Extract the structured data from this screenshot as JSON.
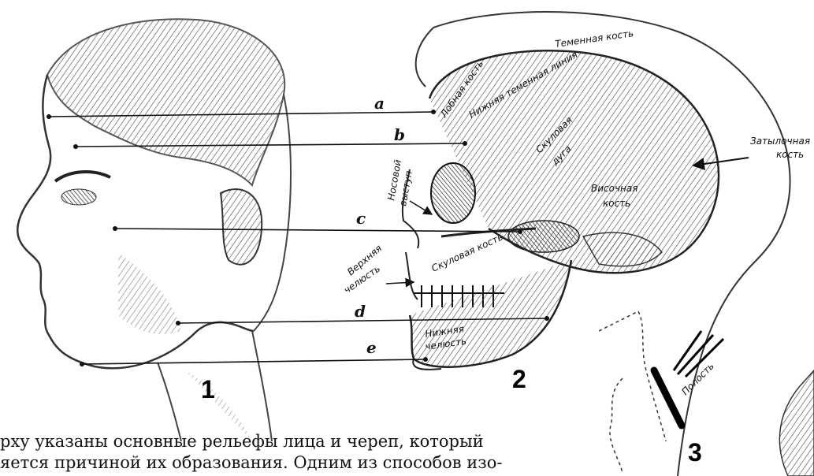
{
  "letters": {
    "a": "a",
    "b": "b",
    "c": "c",
    "d": "d",
    "e": "e"
  },
  "figures": {
    "fig1": "1",
    "fig2": "2",
    "fig3": "3"
  },
  "labels": {
    "lobnaya": "Лобная кость",
    "nizhnyaya_temennaya": "Нижняя теменная линия",
    "temennaya": "Теменная кость",
    "zatylochnaya_1": "Затылочная",
    "zatylochnaya_2": "кость",
    "nosovoy_1": "Носовой",
    "nosovoy_2": "выступ",
    "skulovaya_duga_1": "Скуловая",
    "skulovaya_duga_2": "дуга",
    "visochnaya_1": "Височная",
    "visochnaya_2": "кость",
    "skulovaya_kost": "Скуловая кость",
    "verkhnyaya_1": "Верхняя",
    "verkhnyaya_2": "челюсть",
    "nizhnyaya_1": "Нижняя",
    "nizhnyaya_2": "челюсть",
    "polost": "Полость"
  },
  "caption": {
    "line1": "рху указаны основные рельефы лица и череп, который",
    "line2": "яется причиной их образования. Одним из способов изо-"
  }
}
